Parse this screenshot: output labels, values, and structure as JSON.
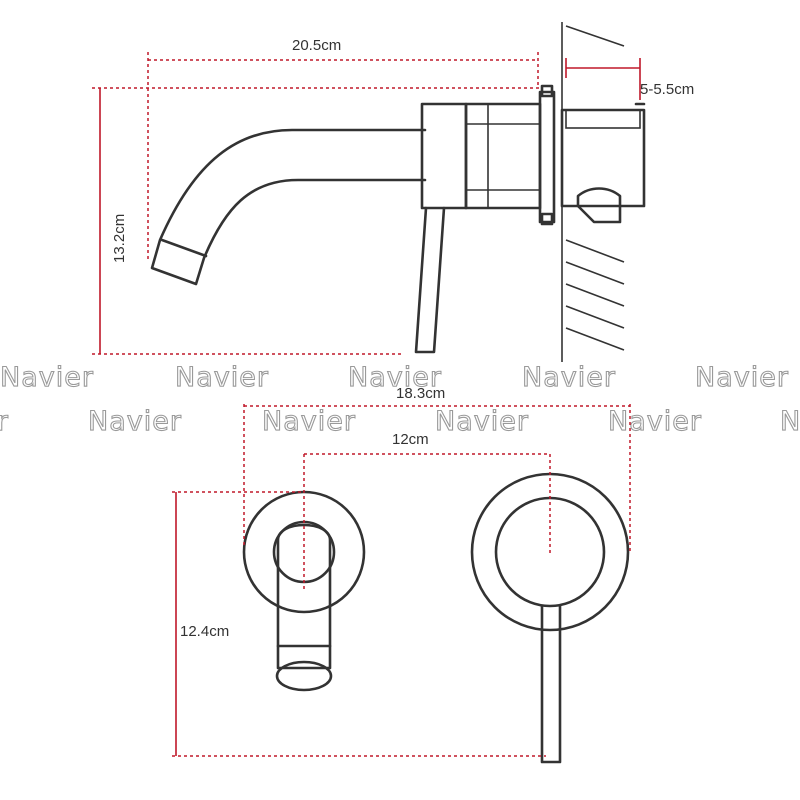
{
  "diagram": {
    "dimensions": {
      "spout_length": "20.5cm",
      "wall_depth": "5-5.5cm",
      "total_height": "13.2cm",
      "total_width": "18.3cm",
      "center_spacing": "12cm",
      "front_height": "12.4cm"
    },
    "watermark": {
      "text": "Navier",
      "color": "#9a9a9a"
    },
    "colors": {
      "dimension_line": "#c0182a",
      "outline": "#333333",
      "background": "#ffffff"
    }
  }
}
